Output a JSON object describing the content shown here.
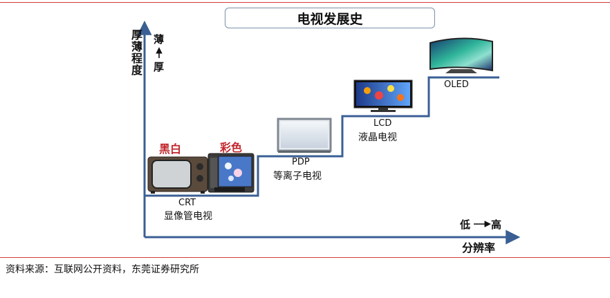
{
  "title": "电视发展史",
  "y_axis": {
    "label": "厚薄程度",
    "direction_top": "薄",
    "direction_bottom": "厚"
  },
  "x_axis": {
    "label": "分辨率",
    "direction_left": "低",
    "direction_right": "高"
  },
  "stages": [
    {
      "name": "CRT",
      "subtitle": "显像管电视",
      "variants": [
        "黑白",
        "彩色"
      ]
    },
    {
      "name": "PDP",
      "subtitle": "等离子电视"
    },
    {
      "name": "LCD",
      "subtitle": "液晶电视"
    },
    {
      "name": "OLED",
      "subtitle": ""
    }
  ],
  "source": "资料来源：互联网公开资料，东莞证券研究所",
  "colors": {
    "axis": "#3a5f95",
    "rule": "#d63a3a",
    "variant_label": "#c0262b"
  }
}
